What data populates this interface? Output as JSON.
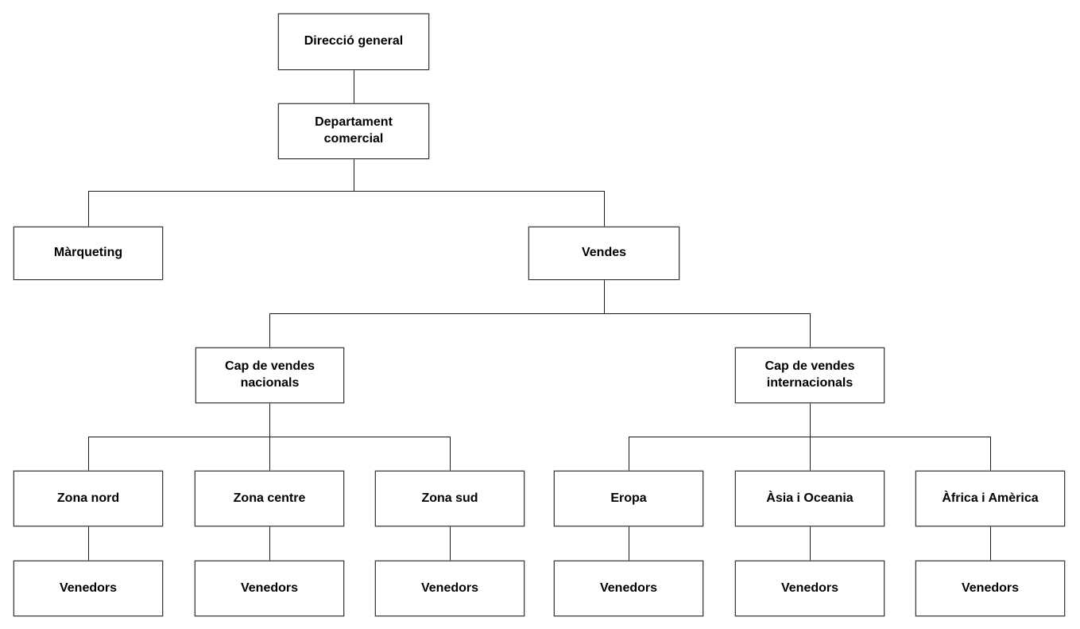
{
  "diagram": {
    "type": "org-chart",
    "language": "Catalan",
    "colors": {
      "background": "#ffffff",
      "box_fill": "#ffffff",
      "box_border": "#404040",
      "connector_line": "#1a1a1a",
      "text": "#000000"
    },
    "nodes": [
      {
        "id": "direccio-general",
        "label": "Direcció general",
        "level": 1
      },
      {
        "id": "departament-comercial",
        "label": "Departament\ncomercial",
        "level": 2
      },
      {
        "id": "marqueting",
        "label": "Màrqueting",
        "level": 3
      },
      {
        "id": "vendes",
        "label": "Vendes",
        "level": 3
      },
      {
        "id": "cap-vendes-nacionals",
        "label": "Cap de vendes\nnacionals",
        "level": 4
      },
      {
        "id": "cap-vendes-internacionals",
        "label": "Cap de vendes\ninternacionals",
        "level": 4
      },
      {
        "id": "zona-nord",
        "label": "Zona nord",
        "level": 5
      },
      {
        "id": "zona-centre",
        "label": "Zona centre",
        "level": 5
      },
      {
        "id": "zona-sud",
        "label": "Zona sud",
        "level": 5
      },
      {
        "id": "eropa",
        "label": "Eropa",
        "level": 5
      },
      {
        "id": "asia-oceania",
        "label": "Àsia i Oceania",
        "level": 5
      },
      {
        "id": "africa-america",
        "label": "Àfrica i Amèrica",
        "level": 5
      },
      {
        "id": "venedors-zona-nord",
        "label": "Venedors",
        "level": 6
      },
      {
        "id": "venedors-zona-centre",
        "label": "Venedors",
        "level": 6
      },
      {
        "id": "venedors-zona-sud",
        "label": "Venedors",
        "level": 6
      },
      {
        "id": "venedors-eropa",
        "label": "Venedors",
        "level": 6
      },
      {
        "id": "venedors-asia-oceania",
        "label": "Venedors",
        "level": 6
      },
      {
        "id": "venedors-africa-america",
        "label": "Venedors",
        "level": 6
      }
    ],
    "edges": [
      [
        "direccio-general",
        "departament-comercial"
      ],
      [
        "departament-comercial",
        "marqueting"
      ],
      [
        "departament-comercial",
        "vendes"
      ],
      [
        "vendes",
        "cap-vendes-nacionals"
      ],
      [
        "vendes",
        "cap-vendes-internacionals"
      ],
      [
        "cap-vendes-nacionals",
        "zona-nord"
      ],
      [
        "cap-vendes-nacionals",
        "zona-centre"
      ],
      [
        "cap-vendes-nacionals",
        "zona-sud"
      ],
      [
        "cap-vendes-internacionals",
        "eropa"
      ],
      [
        "cap-vendes-internacionals",
        "asia-oceania"
      ],
      [
        "cap-vendes-internacionals",
        "africa-america"
      ],
      [
        "zona-nord",
        "venedors-zona-nord"
      ],
      [
        "zona-centre",
        "venedors-zona-centre"
      ],
      [
        "zona-sud",
        "venedors-zona-sud"
      ],
      [
        "eropa",
        "venedors-eropa"
      ],
      [
        "asia-oceania",
        "venedors-asia-oceania"
      ],
      [
        "africa-america",
        "venedors-africa-america"
      ]
    ]
  }
}
